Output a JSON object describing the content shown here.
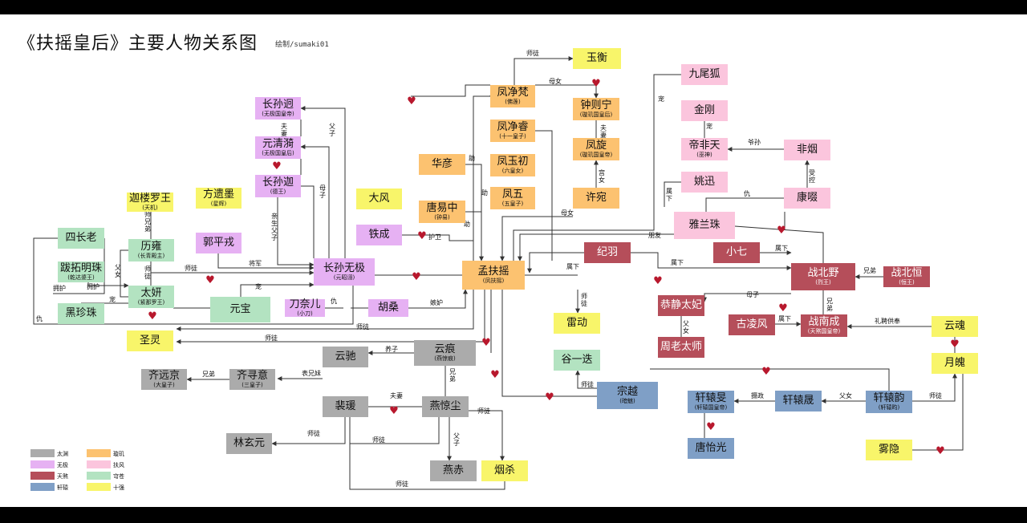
{
  "title": "《扶摇皇后》主要人物关系图",
  "credit": "绘制/sumaki01",
  "colors": {
    "taiyuan": "#ababab",
    "wuji": "#e6b1f3",
    "tiansha": "#b54e5a",
    "xuanyuan": "#7f9fc6",
    "xuanji": "#fcc270",
    "fufeng": "#fbc5dd",
    "qiongcang": "#b3e3c1",
    "shiqiang": "#f8f56a",
    "heart": "#b8182d",
    "line": "#333333"
  },
  "legend": [
    {
      "key": "taiyuan",
      "label": "太渊"
    },
    {
      "key": "wuji",
      "label": "无极"
    },
    {
      "key": "tiansha",
      "label": "天煞"
    },
    {
      "key": "xuanyuan",
      "label": "轩辕"
    },
    {
      "key": "xuanji",
      "label": "璇玑"
    },
    {
      "key": "fufeng",
      "label": "扶风"
    },
    {
      "key": "qiongcang",
      "label": "穹苍"
    },
    {
      "key": "shiqiang",
      "label": "十强"
    }
  ],
  "nodes": {
    "yuheng": {
      "name": "玉衡",
      "sub": "",
      "k": "shiqiang"
    },
    "fengjingfan": {
      "name": "凤净梵",
      "sub": "(佛莲)",
      "k": "xuanji"
    },
    "zhongzening": {
      "name": "钟则宁",
      "sub": "(璇玑国皇后)",
      "k": "xuanji"
    },
    "fengjingrui": {
      "name": "凤净睿",
      "sub": "(十一皇子)",
      "k": "xuanji"
    },
    "fengxuan": {
      "name": "凤旋",
      "sub": "(璇玑国皇帝)",
      "k": "xuanji"
    },
    "fengyuchu": {
      "name": "凤玉初",
      "sub": "(六皇女)",
      "k": "xuanji"
    },
    "fengwu": {
      "name": "凤五",
      "sub": "(五皇子)",
      "k": "xuanji"
    },
    "xuwan": {
      "name": "许宛",
      "sub": "",
      "k": "xuanji"
    },
    "huayan": {
      "name": "华彦",
      "sub": "",
      "k": "xuanji"
    },
    "tangyizhong": {
      "name": "唐易中",
      "sub": "(钟易)",
      "k": "xuanji"
    },
    "dafeng": {
      "name": "大风",
      "sub": "",
      "k": "shiqiang"
    },
    "tiecheng": {
      "name": "铁成",
      "sub": "",
      "k": "wuji"
    },
    "mengfuyao": {
      "name": "孟扶摇",
      "sub": "(凤扶摇)",
      "k": "xuanji"
    },
    "huisang": {
      "name": "胡桑",
      "sub": "",
      "k": "wuji"
    },
    "daonaier": {
      "name": "刀奈儿",
      "sub": "(小刀)",
      "k": "wuji"
    },
    "zhangsunwuji": {
      "name": "长孙无极",
      "sub": "(元昭诩)",
      "k": "wuji"
    },
    "zhangsunjiong": {
      "name": "长孙迥",
      "sub": "(无极国皇帝)",
      "k": "wuji"
    },
    "yuanqingyi": {
      "name": "元清漪",
      "sub": "(无极国皇后)",
      "k": "wuji"
    },
    "zhangsunjia": {
      "name": "长孙迦",
      "sub": "(德王)",
      "k": "wuji"
    },
    "fangyimo": {
      "name": "方遗墨",
      "sub": "(星辉)",
      "k": "shiqiang"
    },
    "guopingrong": {
      "name": "郭平戎",
      "sub": "",
      "k": "wuji"
    },
    "jialouluowang": {
      "name": "迦楼罗王",
      "sub": "(天机)",
      "k": "shiqiang"
    },
    "liyong": {
      "name": "历雍",
      "sub": "(长青殿主)",
      "k": "qiongcang"
    },
    "sizhanglao": {
      "name": "四长老",
      "sub": "",
      "k": "qiongcang"
    },
    "batuomingzhu": {
      "name": "跋拓明珠",
      "sub": "(乾达婆王)",
      "k": "qiongcang"
    },
    "taiyan": {
      "name": "太妍",
      "sub": "(紧那罗王)",
      "k": "qiongcang"
    },
    "heizhenzhu": {
      "name": "黑珍珠",
      "sub": "",
      "k": "qiongcang"
    },
    "yuanbao": {
      "name": "元宝",
      "sub": "",
      "k": "qiongcang"
    },
    "shengling": {
      "name": "圣灵",
      "sub": "",
      "k": "shiqiang"
    },
    "yunchi": {
      "name": "云驰",
      "sub": "",
      "k": "taiyuan"
    },
    "yunhen": {
      "name": "云痕",
      "sub": "(燕惊痕)",
      "k": "taiyuan"
    },
    "qiyuanjing": {
      "name": "齐远京",
      "sub": "(大皇子)",
      "k": "taiyuan"
    },
    "qixunyi": {
      "name": "齐寻意",
      "sub": "(三皇子)",
      "k": "taiyuan"
    },
    "peiyuan": {
      "name": "裴瑗",
      "sub": "",
      "k": "taiyuan"
    },
    "yanjingchen": {
      "name": "燕惊尘",
      "sub": "",
      "k": "taiyuan"
    },
    "linxuanyuan": {
      "name": "林玄元",
      "sub": "",
      "k": "taiyuan"
    },
    "yanchi": {
      "name": "燕赤",
      "sub": "",
      "k": "taiyuan"
    },
    "yansha": {
      "name": "烟杀",
      "sub": "",
      "k": "shiqiang"
    },
    "jiwei": {
      "name": "九尾狐",
      "sub": "",
      "k": "fufeng"
    },
    "jingang": {
      "name": "金刚",
      "sub": "",
      "k": "fufeng"
    },
    "difeitian": {
      "name": "帝非天",
      "sub": "(巫神)",
      "k": "fufeng"
    },
    "feiyan": {
      "name": "非烟",
      "sub": "",
      "k": "fufeng"
    },
    "yaoxun": {
      "name": "姚迅",
      "sub": "",
      "k": "fufeng"
    },
    "kangai": {
      "name": "康啜",
      "sub": "",
      "k": "fufeng"
    },
    "yalanzhu": {
      "name": "雅兰珠",
      "sub": "",
      "k": "fufeng"
    },
    "jiyu": {
      "name": "纪羽",
      "sub": "",
      "k": "tiansha"
    },
    "xiaoqi": {
      "name": "小七",
      "sub": "",
      "k": "tiansha"
    },
    "zhanbeiye": {
      "name": "战北野",
      "sub": "(烈王)",
      "k": "tiansha"
    },
    "zhanbeiheng": {
      "name": "战北恒",
      "sub": "(恒王)",
      "k": "tiansha"
    },
    "gongjingtaifei": {
      "name": "恭静太妃",
      "sub": "",
      "k": "tiansha"
    },
    "zhoulaotaishi": {
      "name": "周老太师",
      "sub": "",
      "k": "tiansha"
    },
    "gulingfeng": {
      "name": "古凌风",
      "sub": "",
      "k": "tiansha"
    },
    "zhannancheng": {
      "name": "战南成",
      "sub": "(天煞国皇帝)",
      "k": "tiansha"
    },
    "leidong": {
      "name": "雷动",
      "sub": "",
      "k": "shiqiang"
    },
    "guyidie": {
      "name": "谷一迭",
      "sub": "",
      "k": "qiongcang"
    },
    "zongyue": {
      "name": "宗越",
      "sub": "(暗魅)",
      "k": "xuanyuan"
    },
    "xuanyuanmin": {
      "name": "轩辕旻",
      "sub": "(轩辕国皇帝)",
      "k": "xuanyuan"
    },
    "tangyiguang": {
      "name": "唐怡光",
      "sub": "",
      "k": "xuanyuan"
    },
    "xuanyuansheng": {
      "name": "轩辕晟",
      "sub": "",
      "k": "xuanyuan"
    },
    "xuanyuanyun": {
      "name": "轩辕韵",
      "sub": "(轩辕昀)",
      "k": "xuanyuan"
    },
    "yunhun": {
      "name": "云魂",
      "sub": "",
      "k": "shiqiang"
    },
    "yuepo": {
      "name": "月魄",
      "sub": "",
      "k": "shiqiang"
    },
    "wuyin": {
      "name": "雾隐",
      "sub": "",
      "k": "shiqiang"
    }
  },
  "edges": [
    {
      "label": "师徒"
    },
    {
      "label": "母女"
    },
    {
      "label": "夫妻"
    },
    {
      "label": "宫女"
    },
    {
      "label": "夫妻"
    },
    {
      "label": "助"
    },
    {
      "label": "助"
    },
    {
      "label": "助"
    },
    {
      "label": "母女"
    },
    {
      "label": "护卫"
    },
    {
      "label": "嫉妒"
    },
    {
      "label": "仇"
    },
    {
      "label": "父子"
    },
    {
      "label": "母子"
    },
    {
      "label": "亲生父子"
    },
    {
      "label": "夫妻"
    },
    {
      "label": "将军"
    },
    {
      "label": "师徒"
    },
    {
      "label": "师兄弟"
    },
    {
      "label": "师徒"
    },
    {
      "label": "父女"
    },
    {
      "label": "拥护"
    },
    {
      "label": "拥护"
    },
    {
      "label": "宠"
    },
    {
      "label": "宠"
    },
    {
      "label": "仇"
    },
    {
      "label": "师徒"
    },
    {
      "label": "师徒"
    },
    {
      "label": "养子"
    },
    {
      "label": "兄弟"
    },
    {
      "label": "兄弟"
    },
    {
      "label": "表兄妹"
    },
    {
      "label": "夫妻"
    },
    {
      "label": "师徒"
    },
    {
      "label": "师徒"
    },
    {
      "label": "父子"
    },
    {
      "label": "师徒"
    },
    {
      "label": "师徒"
    },
    {
      "label": "宠"
    },
    {
      "label": "宠"
    },
    {
      "label": "爷孙"
    },
    {
      "label": "受控"
    },
    {
      "label": "仇"
    },
    {
      "label": "属下"
    },
    {
      "label": "朋友"
    },
    {
      "label": "属下"
    },
    {
      "label": "属下"
    },
    {
      "label": "属下"
    },
    {
      "label": "兄弟"
    },
    {
      "label": "母子"
    },
    {
      "label": "兄弟"
    },
    {
      "label": "父女"
    },
    {
      "label": "属下"
    },
    {
      "label": "礼聘供奉"
    },
    {
      "label": "师徒"
    },
    {
      "label": "师徒"
    },
    {
      "label": "摄政"
    },
    {
      "label": "父女"
    },
    {
      "label": "师徒"
    }
  ]
}
